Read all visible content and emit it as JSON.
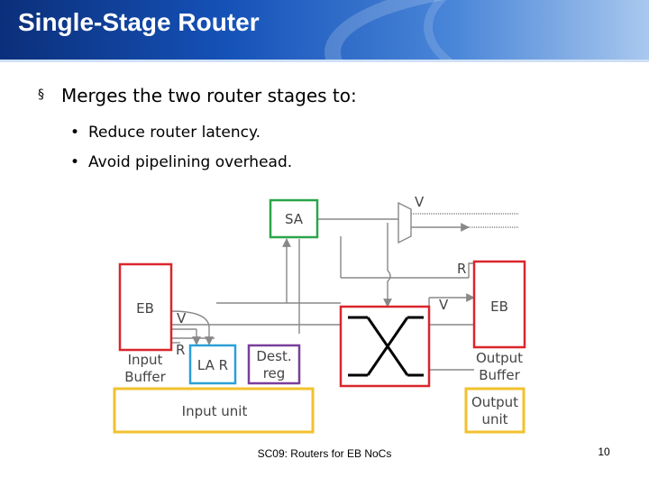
{
  "slide": {
    "title": "Single-Stage Router",
    "bullets": [
      {
        "mark": "§",
        "text": "Merges the two router stages to:"
      }
    ],
    "sub_bullets": [
      {
        "mark": "•",
        "text": "Reduce router latency."
      },
      {
        "mark": "•",
        "text": "Avoid pipelining overhead."
      }
    ],
    "footer": "SC09: Routers for EB NoCs",
    "page_number": "10"
  },
  "diagram": {
    "sa": "SA",
    "v_top": "V",
    "r_right": "R",
    "v_right": "V",
    "eb_left": "EB",
    "eb_right": "EB",
    "v_left": "V",
    "r_left": "R",
    "input_buffer_line1": "Input",
    "input_buffer_line2": "Buffer",
    "output_buffer_line1": "Output",
    "output_buffer_line2": "Buffer",
    "la_r": "LA R",
    "dest_line1": "Dest.",
    "dest_line2": "reg",
    "input_unit": "Input unit",
    "output_unit_line1": "Output",
    "output_unit_line2": "unit",
    "colors": {
      "red": "#d9262c",
      "green": "#2aa54a",
      "blue": "#2aa0d8",
      "purple": "#7a3e9d",
      "yellow": "#f2c12e",
      "line": "#888888"
    }
  }
}
